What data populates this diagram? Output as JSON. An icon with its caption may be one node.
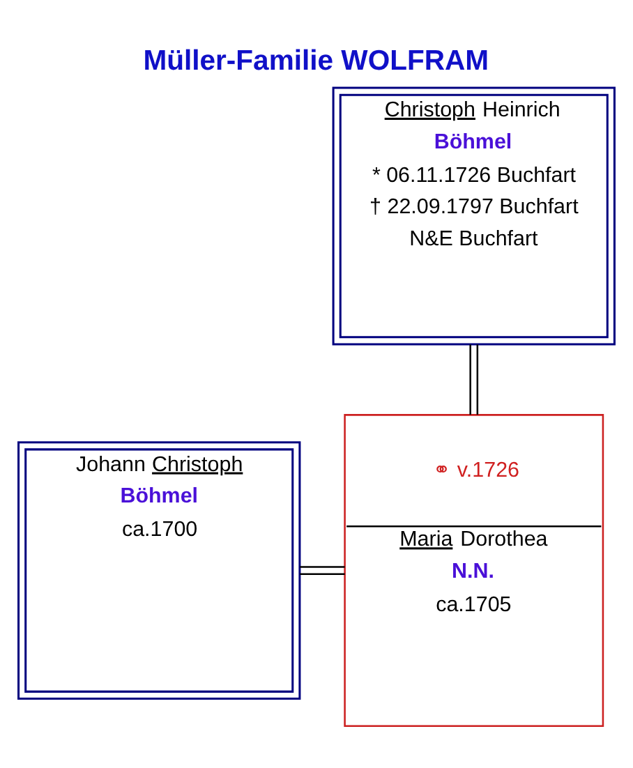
{
  "diagram": {
    "title": "Müller-Familie WOLFRAM",
    "nodes": [
      {
        "text": [
          "Christoph Heinrich",
          "Böhmel",
          "* 06.11.1726 Buchfart",
          "† 22.09.1797 Buchfart",
          "N&E Buchfart"
        ]
      },
      {
        "text": [
          "Johann Christoph",
          "Böhmel",
          "ca.1700"
        ]
      },
      {
        "text": [
          "⚭ v.1726",
          "Maria Dorothea",
          "N.N.",
          "ca.1705"
        ]
      }
    ],
    "edges": [
      {
        "from": 0,
        "to": 2,
        "arrow": "none"
      },
      {
        "from": 1,
        "to": 2,
        "arrow": "none"
      }
    ]
  }
}
